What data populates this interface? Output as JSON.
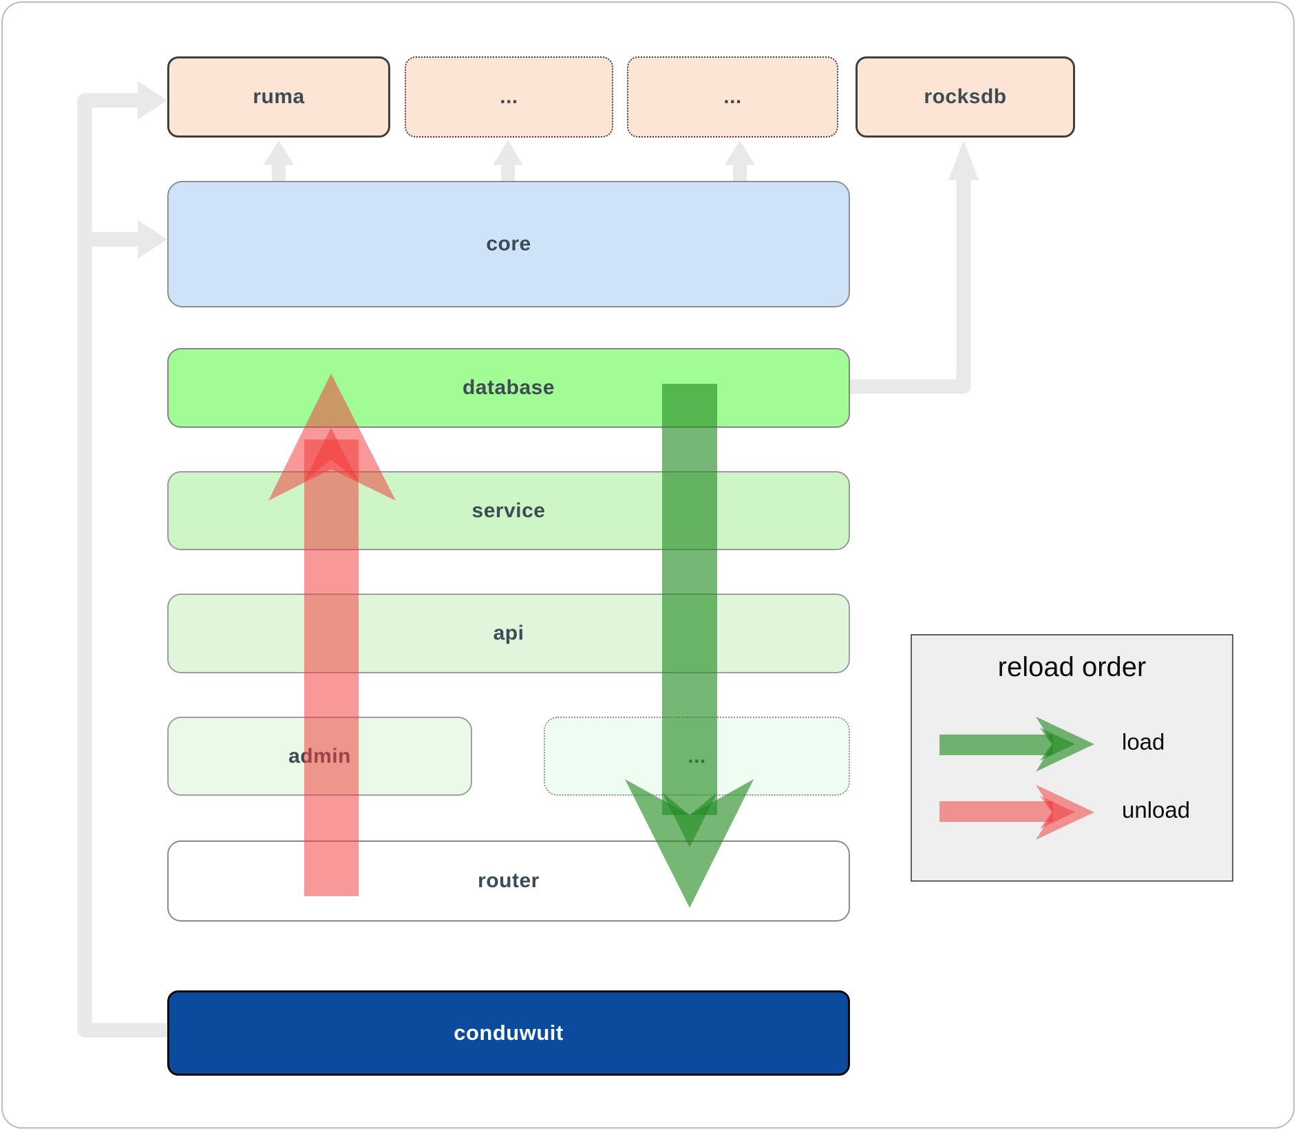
{
  "top_row": [
    {
      "label": "ruma",
      "border": "solid"
    },
    {
      "label": "...",
      "border": "dotted"
    },
    {
      "label": "...",
      "border": "dotted"
    },
    {
      "label": "rocksdb",
      "border": "solid"
    }
  ],
  "layers": [
    {
      "label": "core"
    },
    {
      "label": "database"
    },
    {
      "label": "service"
    },
    {
      "label": "api"
    },
    {
      "label": "admin"
    },
    {
      "label": "..."
    },
    {
      "label": "router"
    }
  ],
  "bottom": {
    "label": "conduwuit"
  },
  "legend": {
    "title": "reload order",
    "items": [
      {
        "label": "load",
        "color": "#228B22"
      },
      {
        "label": "unload",
        "color": "#F23939"
      }
    ]
  },
  "colors": {
    "peach": "#fce5d4",
    "core_blue": "#cfe3f8",
    "database_green": "#a2fc96",
    "service_green": "#cdf5c6",
    "api_green": "#dff6da",
    "admin_green": "#eafae7",
    "ellipsis_green": "#effcf2",
    "router_white": "#ffffff",
    "conduwuit_blue": "#0b4a9c",
    "connector_gray": "#e9e9e9",
    "legend_bg": "#efefef"
  }
}
